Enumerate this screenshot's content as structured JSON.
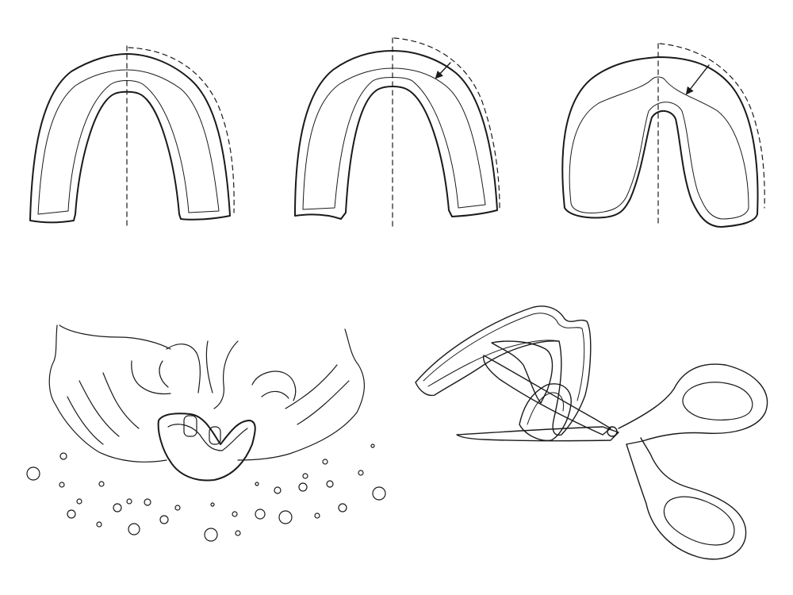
{
  "illustration": {
    "panels": [
      {
        "id": "guard-original",
        "state": "untrimmed mouthguard with trim guide"
      },
      {
        "id": "guard-trimmed-sides",
        "state": "mouthguard trimmed along the outer edge",
        "arrow": "inward"
      },
      {
        "id": "guard-trimmed-back",
        "state": "mouthguard trimmed and reshaped at the front",
        "arrow": "inward"
      },
      {
        "id": "hands-molding",
        "state": "hands pressing the softened mouthguard, water droplets"
      },
      {
        "id": "scissors-trimming",
        "state": "scissors cutting the mouthguard edge"
      }
    ],
    "colors": {
      "ink": "#1a1a1a",
      "background": "#ffffff"
    },
    "icons": [
      "trim-arrow-icon",
      "scissors-icon",
      "water-bubble-icon"
    ]
  }
}
